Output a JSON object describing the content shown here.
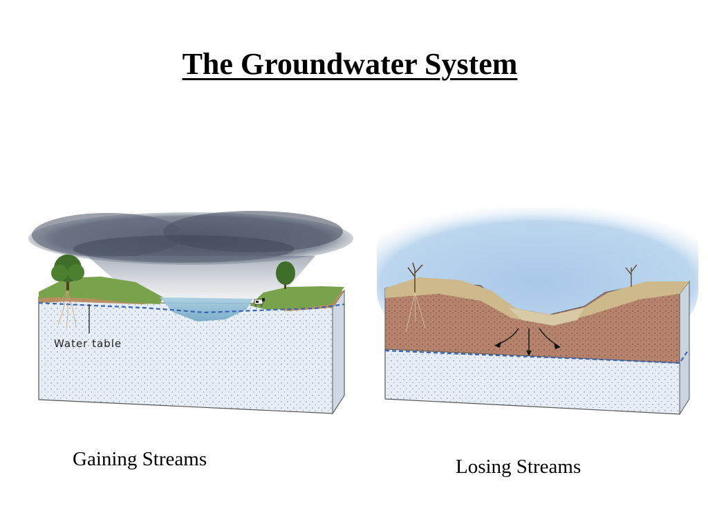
{
  "title": "The Groundwater System",
  "diagrams": {
    "gaining": {
      "caption": "Gaining Streams",
      "label_water_table": "Water table"
    },
    "losing": {
      "caption": "Losing Streams"
    }
  },
  "colors": {
    "aquifer": "#e4ecf4",
    "soil_brown": "#b5826b",
    "grass": "#6f9e45",
    "water_table_line": "#3a63b0",
    "sky": "#a9c8e8",
    "cloud": "#4a5466"
  }
}
